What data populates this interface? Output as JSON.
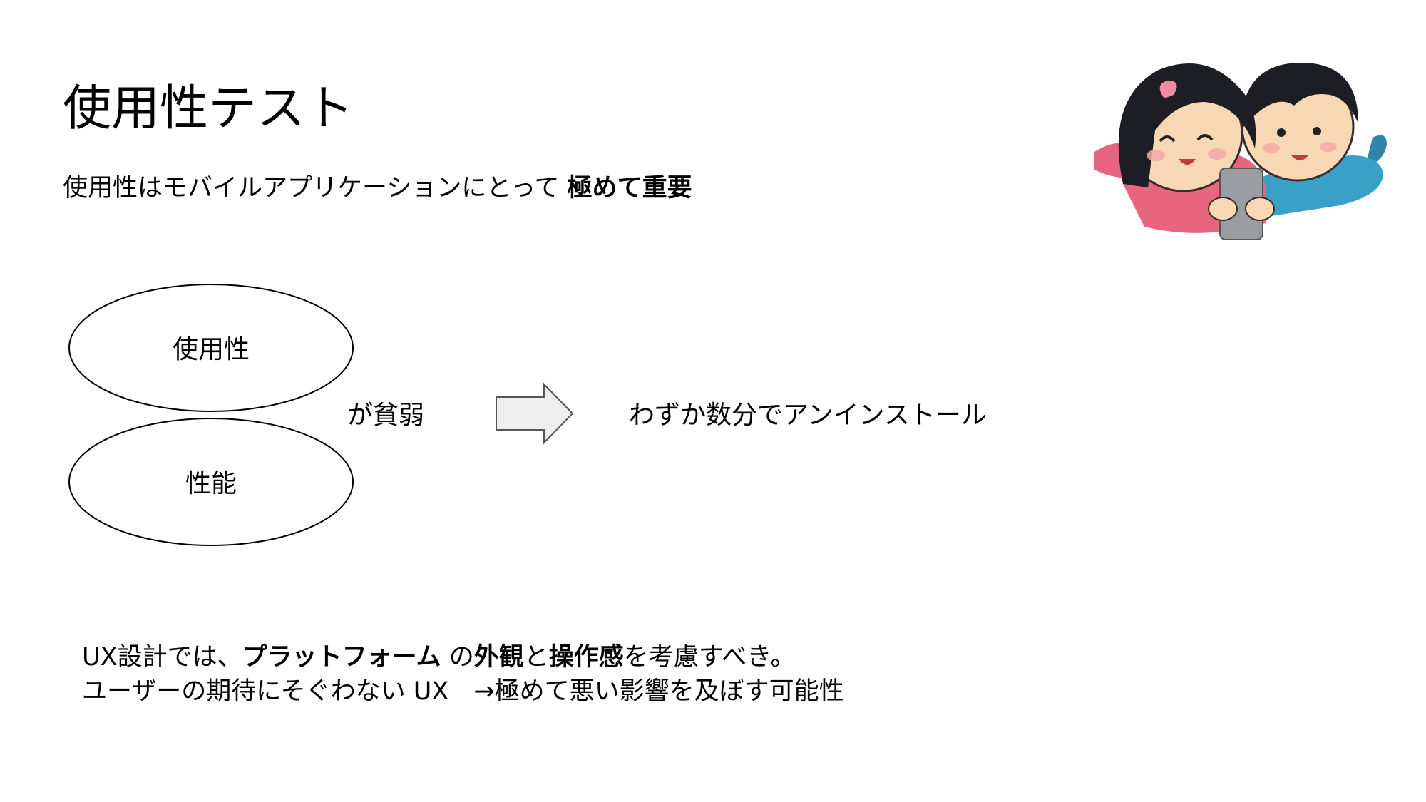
{
  "slide": {
    "title": "使用性テスト",
    "subtitle": {
      "plain": "使用性はモバイルアプリケーションにとって ",
      "bold": "極めて重要"
    },
    "diagram": {
      "ellipse_top": "使用性",
      "ellipse_bottom": "性能",
      "condition": "が貧弱",
      "result": "わずか数分でアンインストール"
    },
    "footer": {
      "line1": {
        "t1": "UX設計では、",
        "b1": "プラットフォーム",
        "t2": " の",
        "b2": "外観",
        "t3": "と",
        "b3": "操作感",
        "t4": "を考慮すべき。"
      },
      "line2": "ユーザーの期待にそぐわない UX　→極めて悪い影響を及ぼす可能性"
    },
    "illustration": {
      "icon": "kids-with-smartphone-illustration"
    }
  },
  "colors": {
    "arrow_fill": "#eeeeee",
    "arrow_stroke": "#555555",
    "girl_shirt": "#e8657f",
    "boy_shirt": "#3aa0c8",
    "skin": "#f8d7b5",
    "phone": "#9a9ea3"
  }
}
